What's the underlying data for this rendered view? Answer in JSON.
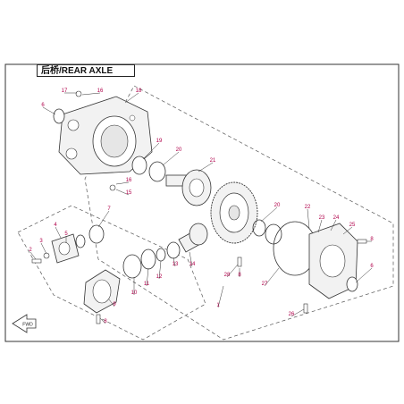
{
  "title": "后桥/REAR AXLE",
  "fwd_label": "FWD",
  "callouts": [
    "1",
    "2",
    "3",
    "4",
    "5",
    "6",
    "6",
    "7",
    "8",
    "8",
    "8",
    "9",
    "10",
    "11",
    "12",
    "13",
    "14",
    "15",
    "16",
    "16",
    "17",
    "18",
    "19",
    "20",
    "20",
    "21",
    "22",
    "23",
    "24",
    "25",
    "26",
    "27",
    "28"
  ],
  "colors": {
    "line": "#333333",
    "dash": "#555555",
    "label": "#b0004a",
    "part_fill": "#f2f2f2"
  },
  "icons": [
    "fwd-arrow-icon"
  ]
}
